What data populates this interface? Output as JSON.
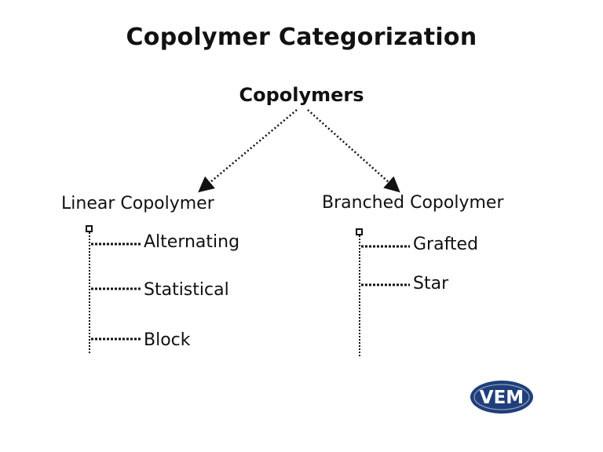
{
  "title": "Copolymer Categorization",
  "root": "Copolymers",
  "branches": [
    {
      "label": "Linear Copolymer",
      "children": [
        "Alternating",
        "Statistical",
        "Block"
      ]
    },
    {
      "label": "Branched Copolymer",
      "children": [
        "Grafted",
        "Star"
      ]
    }
  ],
  "logo": {
    "text": "VEM",
    "color": "#1f3f7a"
  },
  "colors": {
    "ink": "#111111",
    "background": "#ffffff"
  }
}
